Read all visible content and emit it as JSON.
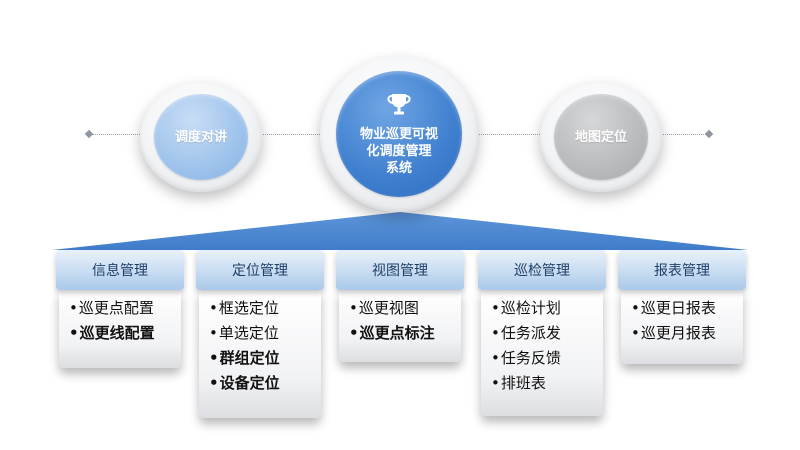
{
  "center": {
    "lines": [
      "物业巡更可视",
      "化调度管理",
      "系统"
    ],
    "icon": "trophy-icon"
  },
  "left_circle": {
    "label": "调度对讲"
  },
  "right_circle": {
    "label": "地图定位"
  },
  "modules": [
    {
      "title": "信息管理",
      "items": [
        "巡更点配置",
        "巡更线配置"
      ]
    },
    {
      "title": "定位管理",
      "items": [
        "框选定位",
        "单选定位",
        "群组定位",
        "设备定位"
      ]
    },
    {
      "title": "视图管理",
      "items": [
        "巡更视图",
        "巡更点标注"
      ]
    },
    {
      "title": "巡检管理",
      "items": [
        "巡检计划",
        "任务派发",
        "任务反馈",
        "排班表"
      ]
    },
    {
      "title": "报表管理",
      "items": [
        "巡更日报表",
        "巡更月报表"
      ]
    }
  ],
  "colors": {
    "primary_blue": "#3f7fcf",
    "light_blue": "#9ec3ec",
    "gray": "#b8babd",
    "header_text": "#1f3f66"
  }
}
